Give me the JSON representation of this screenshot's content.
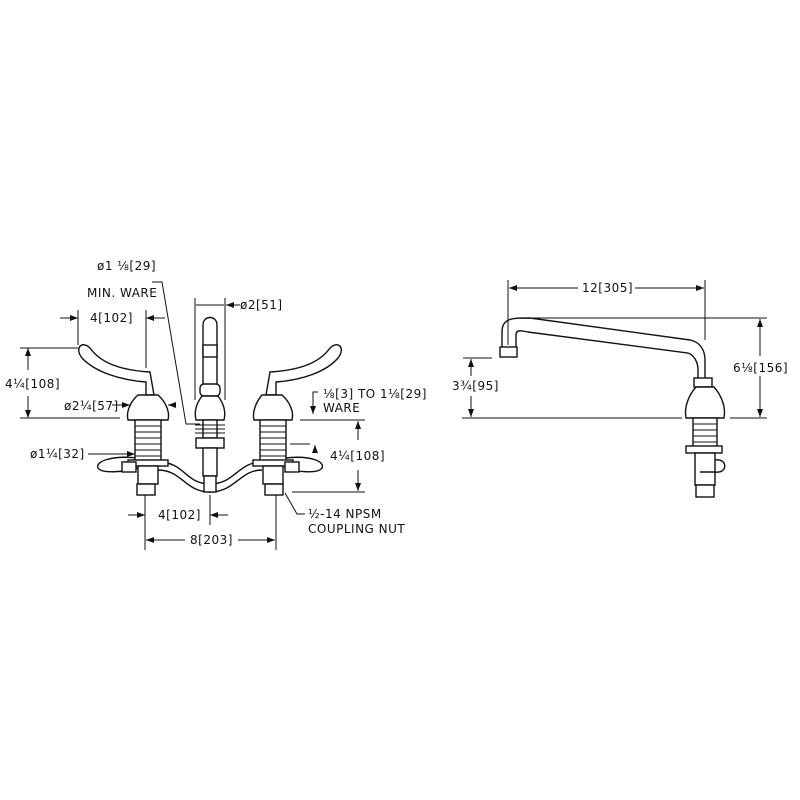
{
  "front_view": {
    "handle_spacing": "4[102]",
    "handle_height": "4¼[108]",
    "escutcheon_diameter": "ø2¼[57]",
    "shank_diameter": "ø1¼[32]",
    "min_ware_hole_line1": "ø1 ⅛[29]",
    "min_ware_hole_line2": "MIN. WARE",
    "spout_diameter": "ø2[51]",
    "ware_thickness_line1": "⅛[3] TO 1⅛[29]",
    "ware_thickness_line2": "WARE",
    "shank_length": "4¼[108]",
    "half_spacing": "4[102]",
    "center_spacing": "8[203]",
    "coupling_line1": "½-14 NPSM",
    "coupling_line2": "COUPLING NUT"
  },
  "side_view": {
    "spout_reach": "12[305]",
    "spout_clearance": "3¾[95]",
    "spout_height": "6⅛[156]"
  }
}
